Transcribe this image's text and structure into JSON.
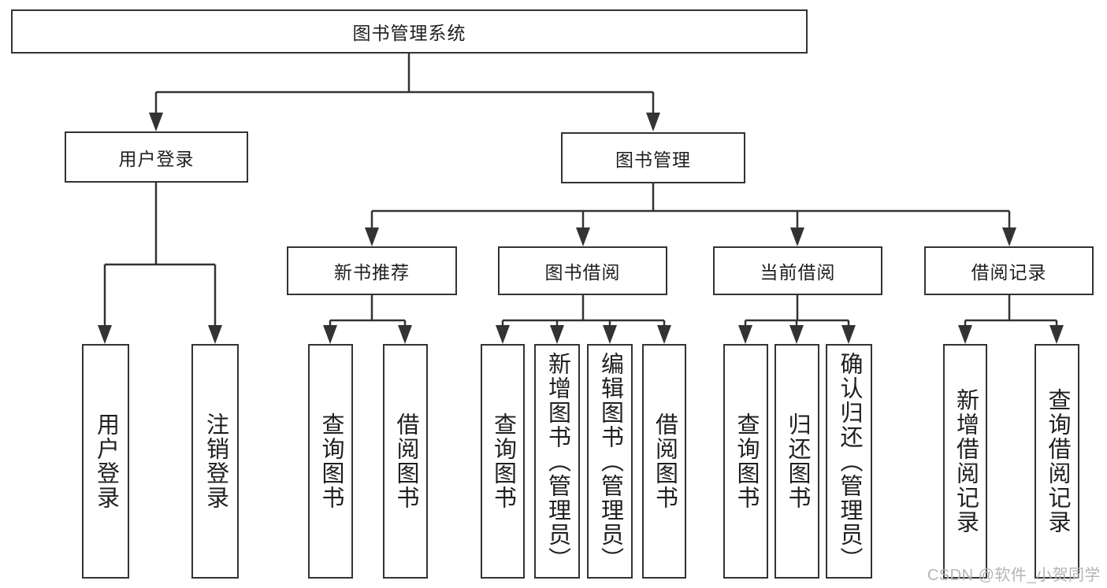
{
  "diagram": {
    "root": {
      "label": "图书管理系统"
    },
    "level2": [
      {
        "id": "user_login",
        "label": "用户登录"
      },
      {
        "id": "book_mgmt",
        "label": "图书管理"
      }
    ],
    "level3": [
      {
        "id": "new_book",
        "label": "新书推荐"
      },
      {
        "id": "book_borrow",
        "label": "图书借阅"
      },
      {
        "id": "current_borrow",
        "label": "当前借阅"
      },
      {
        "id": "borrow_record",
        "label": "借阅记录"
      }
    ],
    "leaves": {
      "user_login": [
        "用户登录",
        "注销登录"
      ],
      "new_book": [
        "查询图书",
        "借阅图书"
      ],
      "book_borrow": [
        "查询图书",
        "新增图书（管理员）",
        "编辑图书（管理员）",
        "借阅图书"
      ],
      "current_borrow": [
        "查询图书",
        "归还图书",
        "确认归还（管理员）"
      ],
      "borrow_record": [
        "新增借阅记录",
        "查询借阅记录"
      ]
    }
  },
  "watermark": "CSDN @软件_小贺同学",
  "colors": {
    "line": "#333333",
    "box_border": "#333333",
    "text": "#1f1f1f",
    "background": "#ffffff",
    "watermark_text": "#b8b3b3"
  }
}
